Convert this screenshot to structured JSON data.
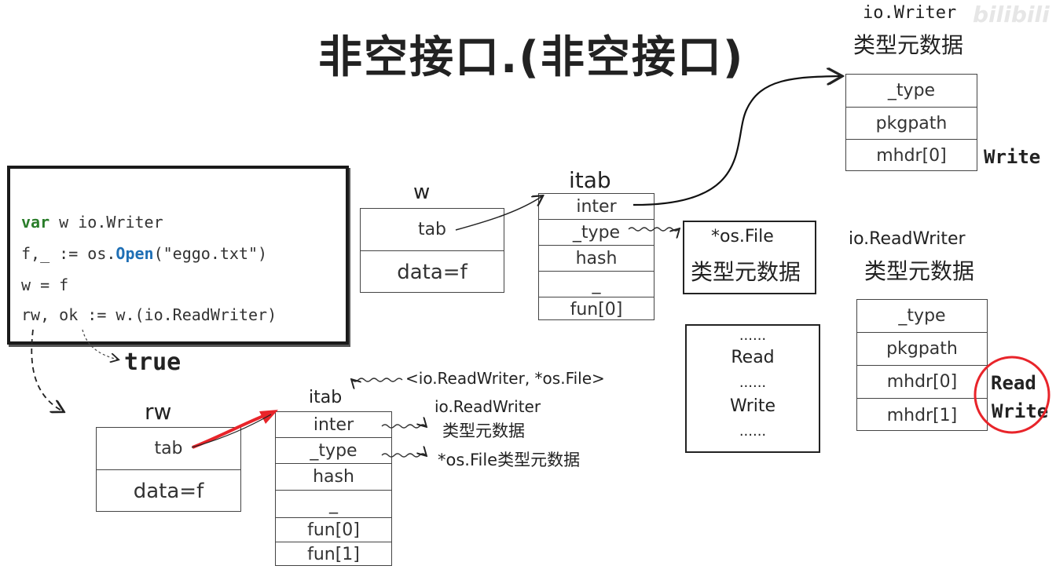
{
  "title": "非空接口.(非空接口)",
  "watermark": "bilibili",
  "code": {
    "line1": {
      "kw": "var",
      "rest": " w io.Writer"
    },
    "line2": {
      "pre": "f,_ := os.",
      "fn": "Open",
      "post": "(\"eggo.txt\")"
    },
    "line3": "w = f",
    "line4": "rw, ok := w.(io.ReadWriter)"
  },
  "true_label": "true",
  "w_struct": {
    "name": "w",
    "tab": "tab",
    "data": "data=f"
  },
  "w_itab": {
    "name": "itab",
    "rows": [
      "inter",
      "_type",
      "hash",
      "_",
      "fun[0]"
    ]
  },
  "writer_meta": {
    "title1": "io.Writer",
    "title2": "类型元数据",
    "rows": [
      "_type",
      "pkgpath",
      "mhdr[0]"
    ],
    "side": "Write"
  },
  "osfile_meta": {
    "line1": "*os.File",
    "line2": "类型元数据"
  },
  "methods_box": {
    "rows": [
      "......",
      "Read",
      "......",
      "Write",
      "......"
    ]
  },
  "rw_meta": {
    "title1": "io.ReadWriter",
    "title2": "类型元数据",
    "rows": [
      "_type",
      "pkgpath",
      "mhdr[0]",
      "mhdr[1]"
    ],
    "side1": "Read",
    "side2": "Write"
  },
  "rw_struct": {
    "name": "rw",
    "tab": "tab",
    "data": "data=f"
  },
  "rw_itab": {
    "name": "itab",
    "rows": [
      "inter",
      "_type",
      "hash",
      "_",
      "fun[0]",
      "fun[1]"
    ],
    "key_label": "<io.ReadWriter, *os.File>",
    "inter_target1": "io.ReadWriter",
    "inter_target2": "类型元数据",
    "type_target": "*os.File类型元数据"
  },
  "colors": {
    "red": "#e8242a",
    "code_keyword": "#2a7d2a",
    "code_func": "#1f6fb5"
  }
}
